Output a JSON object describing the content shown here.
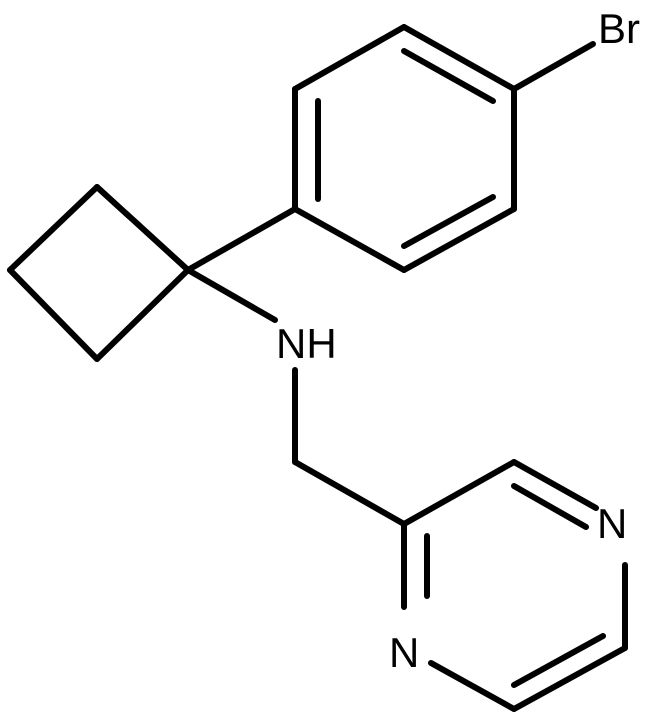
{
  "molecule": {
    "atoms": {
      "bromine": "Br",
      "amine": "NH",
      "pyrazine_n_upper": "N",
      "pyrazine_n_lower": "N"
    },
    "colors": {
      "background": "#ffffff",
      "ink": "#000000"
    }
  }
}
